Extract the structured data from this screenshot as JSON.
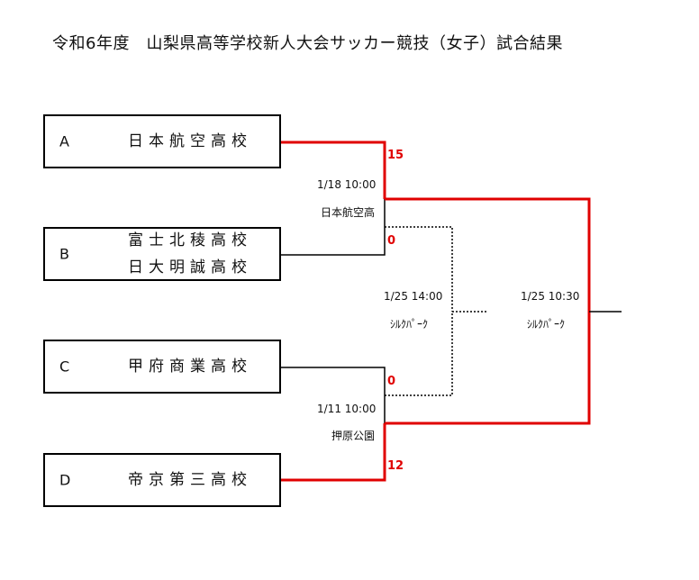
{
  "title": "令和6年度　山梨県高等学校新人大会サッカー競技（女子）試合結果",
  "teams": [
    {
      "letter": "A",
      "names": [
        "日本航空高校"
      ]
    },
    {
      "letter": "B",
      "names": [
        "富士北稜高校",
        "日大明誠高校"
      ]
    },
    {
      "letter": "C",
      "names": [
        "甲府商業高校"
      ]
    },
    {
      "letter": "D",
      "names": [
        "帝京第三高校"
      ]
    }
  ],
  "matches": {
    "semi1": {
      "date": "1/18  10:00",
      "venue": "日本航空高",
      "score_top": "15",
      "score_bottom": "0"
    },
    "semi2": {
      "date": "1/11  10:00",
      "venue": "押原公園",
      "score_top": "0",
      "score_bottom": "12"
    },
    "consolation": {
      "date": "1/25  14:00",
      "venue": "ｼﾙｸﾊﾟｰｸ"
    },
    "final": {
      "date": "1/25  10:30",
      "venue": "ｼﾙｸﾊﾟｰｸ"
    }
  },
  "colors": {
    "winner_line": "#e00000",
    "normal_line": "#000000",
    "score": "#e00000"
  }
}
